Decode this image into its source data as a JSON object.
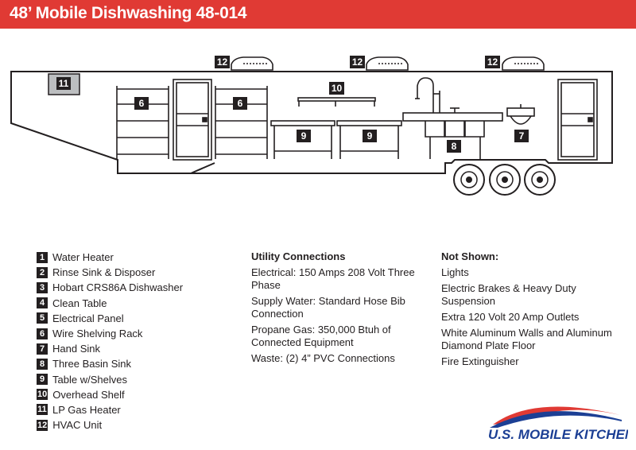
{
  "title": "48’ Mobile Dishwashing 48-014",
  "colors": {
    "header": "#e03a34",
    "line": "#231f20",
    "accent_blue": "#1c3f94"
  },
  "diagram": {
    "callouts": {
      "water_heater": "11",
      "shelving_left": "6",
      "shelving_right": "6",
      "overhead_shelf": "10",
      "table_left": "9",
      "table_right": "9",
      "three_basin_sink": "8",
      "hand_sink": "7",
      "hvac_1": "12",
      "hvac_2": "12",
      "hvac_3": "12"
    }
  },
  "legend": [
    {
      "num": "1",
      "label": "Water Heater"
    },
    {
      "num": "2",
      "label": "Rinse Sink & Disposer"
    },
    {
      "num": "3",
      "label": "Hobart CRS86A Dishwasher"
    },
    {
      "num": "4",
      "label": "Clean Table"
    },
    {
      "num": "5",
      "label": "Electrical Panel"
    },
    {
      "num": "6",
      "label": "Wire Shelving Rack"
    },
    {
      "num": "7",
      "label": "Hand Sink"
    },
    {
      "num": "8",
      "label": "Three Basin Sink"
    },
    {
      "num": "9",
      "label": "Table w/Shelves"
    },
    {
      "num": "10",
      "label": "Overhead Shelf"
    },
    {
      "num": "11",
      "label": "LP Gas Heater"
    },
    {
      "num": "12",
      "label": "HVAC Unit"
    }
  ],
  "utility": {
    "heading": "Utility Connections",
    "items": [
      "Electrical: 150 Amps 208 Volt Three Phase",
      "Supply Water: Standard Hose Bib Connection",
      "Propane Gas: 350,000 Btuh of Connected Equipment",
      "Waste: (2) 4” PVC Connections"
    ]
  },
  "not_shown": {
    "heading": "Not Shown:",
    "items": [
      "Lights",
      "Electric Brakes & Heavy Duty Suspension",
      "Extra 120 Volt 20 Amp Outlets",
      "White Aluminum Walls and Aluminum Diamond Plate Floor",
      "Fire Extinguisher"
    ]
  },
  "logo": {
    "text_us": "U.S. ",
    "text_brand": "MOBILE KITCHENS"
  }
}
